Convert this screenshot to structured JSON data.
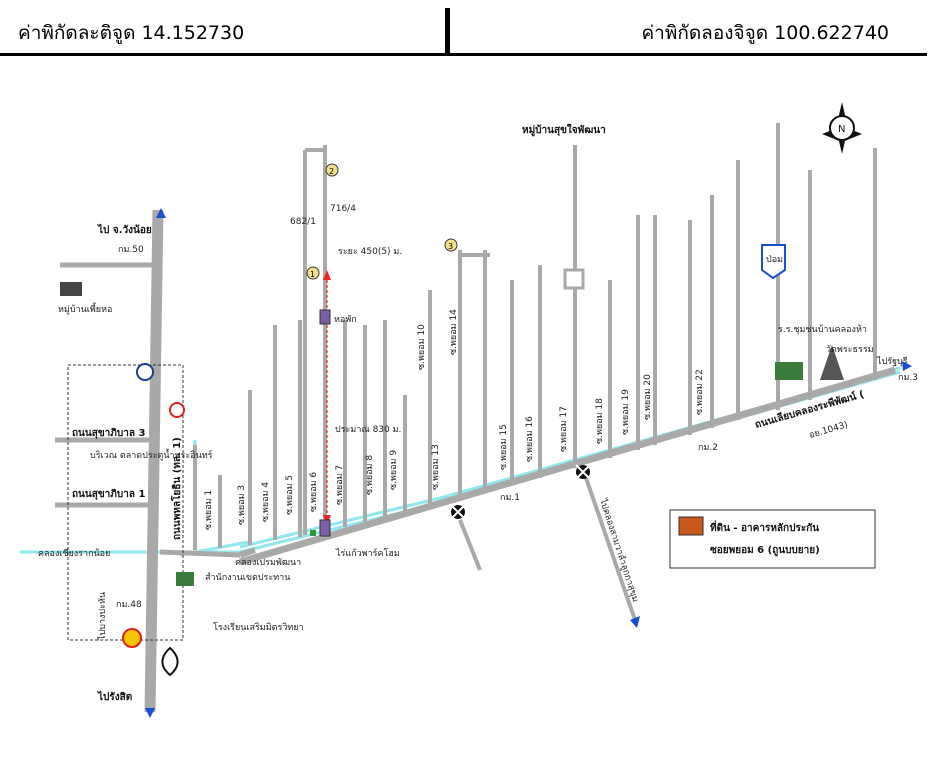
{
  "header": {
    "latitude": "ค่าพิกัดละติจูด 14.152730",
    "longitude": "ค่าพิกัดลองจิจูด 100.622740"
  },
  "map": {
    "labels": {
      "to_wangnoi": "ไป จ.วังน้อย",
      "to_rangsit": "ไปรังสิต",
      "to_bangpahan": "ไปบางปะหัน",
      "to_klong_lower": "ไปคลองสามวาลำลูกกาสุขุม",
      "km50": "กม.50",
      "km48": "กม.48",
      "km3": "กม.3",
      "km2": "กม.2",
      "km1": "กม.1",
      "village_wanghor": "หมู่บ้านเพี้ยหอ",
      "village_right": "หมู่บ้านสุขใจพัฒนา",
      "road_sukhaphiban3": "ถนนสุขาภิบาล 3",
      "road_sukhaphiban1": "ถนนสุขาภิบาล 1",
      "market": "บริเวณ ตลาดประตูน้ำพระอินทร์",
      "canal_rangsit": "คลองเชียงรากน้อย",
      "canal_road": "คลองเปรมพัฒนา",
      "road_highway": "ถนนพหลโยธิน (ทล. 1)",
      "road_canal": "ถนนเลียบคลองระพีพัฒน์ (",
      "road_canal2": "อย.1043)",
      "dist_450": "ระยะ 450(5) ม.",
      "dist_830": "ประมาณ 830 ม.",
      "h7164": "716/4",
      "h6821": "682/1",
      "house_name": "หอพัก",
      "project_name": "ไร่แก้วพาร์คโฮม",
      "school": "โรงเรียนเสริมมิตรวิทยา",
      "office": "สำนักงานเขตประทาน",
      "school_right": "ร.ร.ชุมชนบ้านคลองห้า",
      "temple": "วัดพระธรรม",
      "police": "ป่อม",
      "soi1": "ซ.พยอม 1",
      "soi3": "ซ.พยอม 3",
      "soi4": "ซ.พยอม 4",
      "soi5": "ซ.พยอม 5",
      "soi6": "ซ.พยอม 6",
      "soi7": "ซ.พยอม 7",
      "soi8": "ซ.พยอม 8",
      "soi9": "ซ.พยอม 9",
      "soi10": "ซ.พยอม 10",
      "soi13": "ซ.พยอม 13",
      "soi14": "ซ.พยอม 14",
      "soi15": "ซ.พยอม 15",
      "soi16": "ซ.พยอม 16",
      "soi17": "ซ.พยอม 17",
      "soi18": "ซ.พยอม 18",
      "soi19": "ซ.พยอม 19",
      "soi20": "ซ.พยอม 20",
      "soi22": "ซ.พยอม 22",
      "to_right": "ไปรัฐบุรี",
      "marker1": "1",
      "marker2": "2",
      "marker3": "3"
    },
    "legend": {
      "line1": "ที่ดิน - อาคารหลักประกัน",
      "line2": "ซอยพยอม 6 (ถูนบบยาย)"
    },
    "colors": {
      "road": "#a9a9a9",
      "canal": "#8ee8ee",
      "route": "#ee2222",
      "arrow": "#1a4fd1",
      "legend_fill": "#c8581c"
    }
  }
}
